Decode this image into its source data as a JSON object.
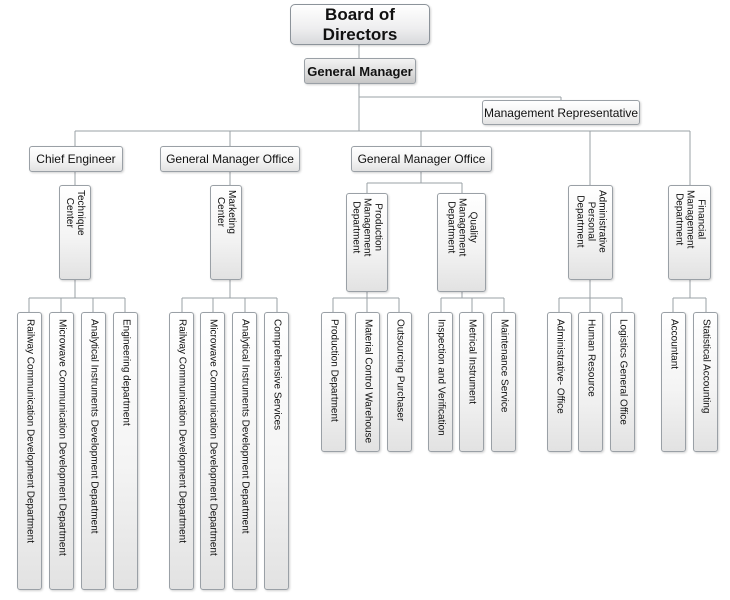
{
  "board": "Board of Directors",
  "general_manager": "General Manager",
  "management_rep": "Management Representative",
  "level1": [
    "Chief Engineer",
    "General Manager Office",
    "General Manager Office"
  ],
  "level2": {
    "technique": "Technique\nCenter",
    "marketing": "Marketing\nCenter",
    "production": "Production\nManagement\nDepartment",
    "quality": "Quality\nManagement\nDepartment",
    "admin": "Administrative\nPersonal\nDepartment",
    "finance": "Financial\nManagement\nDepartment"
  },
  "leaves": {
    "technique": [
      "Railway Communication Development Department",
      "Microwave Communication Development Department",
      "Analytical Instruments Development Department",
      "Engineering department"
    ],
    "marketing": [
      "Railway Communication Development Department",
      "Microwave Communication Development Department",
      "Analytical Instruments Development Department",
      "Comprehensive Services"
    ],
    "production": [
      "Production Department",
      "Material Control Warehouse",
      "Outsourcing Purchaser"
    ],
    "quality": [
      "Inspection and Verification",
      "Metrical Instrument",
      "Maintenance Service"
    ],
    "admin": [
      "Administrative- Office",
      "Human Resource",
      "Logistics General Office"
    ],
    "finance": [
      "Accountant",
      "Statistical Accounting"
    ]
  }
}
